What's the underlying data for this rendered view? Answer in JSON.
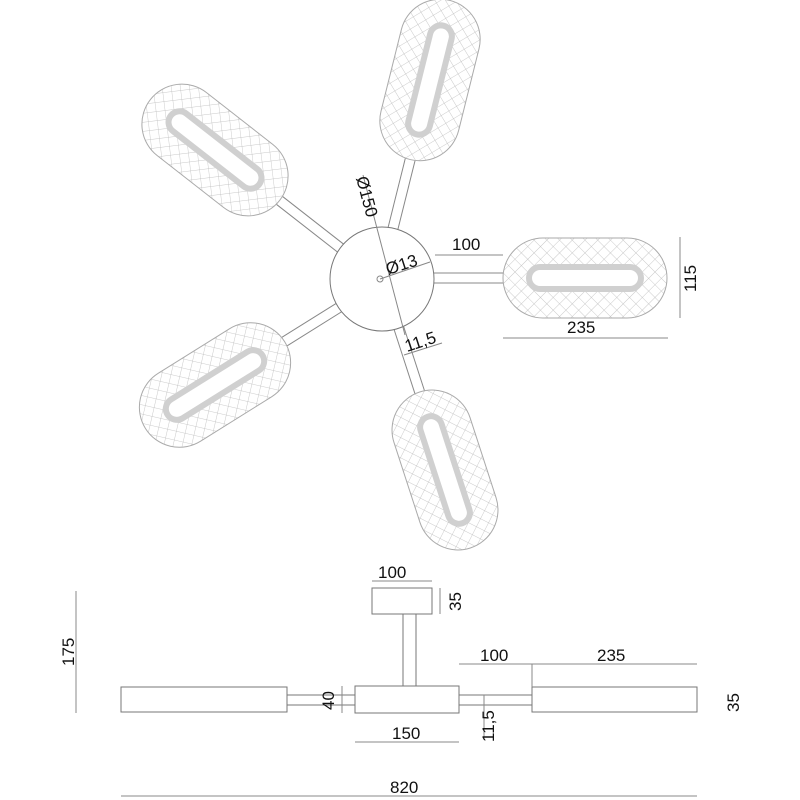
{
  "top_view": {
    "hub_diameter": "Ø150",
    "mount_diameter": "Ø13",
    "arm_length": "100",
    "shade_length": "235",
    "shade_width": "115",
    "arm_thickness": "11,5"
  },
  "side_view": {
    "canopy_width": "100",
    "canopy_height": "35",
    "total_height": "175",
    "hub_height": "40",
    "hub_width": "150",
    "arm_thickness": "11,5",
    "arm_length": "100",
    "shade_length": "235",
    "shade_height": "35",
    "total_width": "820"
  },
  "colors": {
    "line": "#888888",
    "hatch": "#bbbbbb",
    "ring": "#d0d0d0"
  }
}
